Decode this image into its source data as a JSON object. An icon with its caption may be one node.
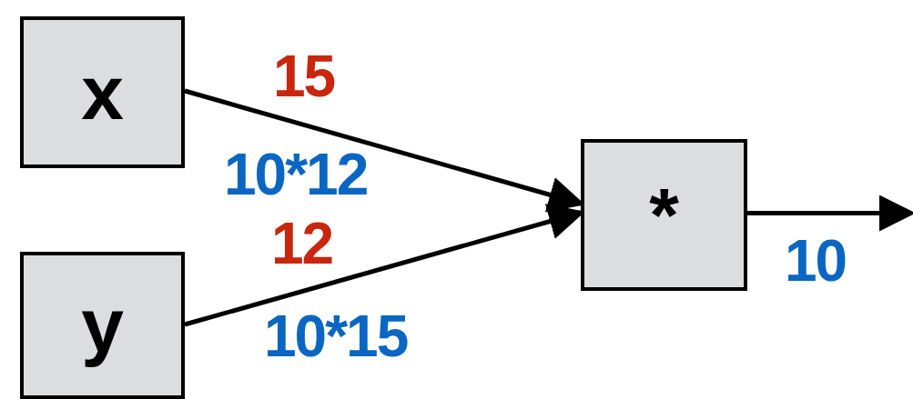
{
  "diagram": {
    "nodes": [
      {
        "text": [
          "x"
        ]
      },
      {
        "text": [
          "y"
        ]
      },
      {
        "text": [
          "*"
        ]
      }
    ],
    "edges": [
      {
        "from": 0,
        "to": 2,
        "arrow": "to",
        "label": "15"
      },
      {
        "from": 1,
        "to": 2,
        "arrow": "to",
        "label": "12"
      },
      {
        "from": 2,
        "to": null,
        "arrow": "to"
      }
    ],
    "labels": [
      "10*12",
      "10*15",
      "10"
    ]
  }
}
